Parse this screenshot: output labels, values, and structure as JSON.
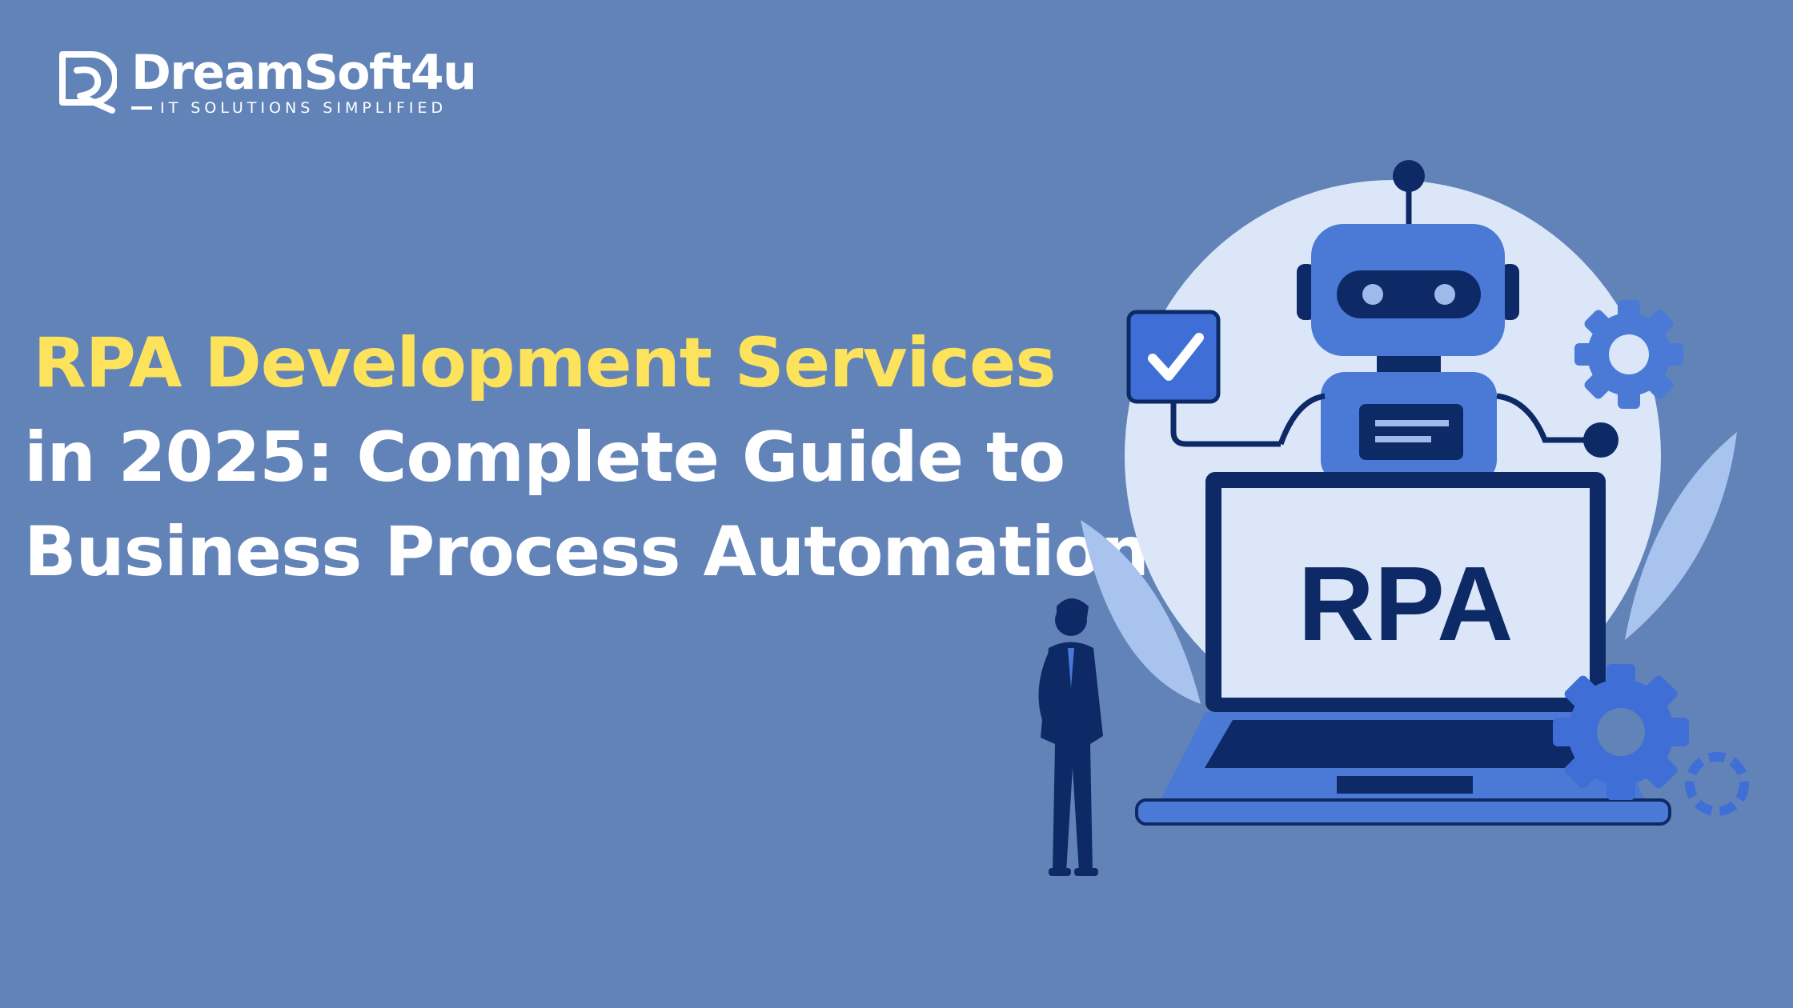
{
  "brand": {
    "name": "DreamSoft4u",
    "tagline": "IT SOLUTIONS SIMPLIFIED",
    "logo_icon": "ds-logo-icon",
    "color": "#ffffff"
  },
  "headline": {
    "line1": "RPA Development Services",
    "line2": "in 2025: Complete Guide to",
    "line3": "Business Process Automation",
    "accent_color": "#fde35b",
    "text_color": "#ffffff"
  },
  "illustration": {
    "screen_label": "RPA",
    "icons": [
      "robot-icon",
      "checkbox-icon",
      "gear-icon",
      "laptop-icon",
      "businessman-icon",
      "leaf-icon"
    ],
    "colors": {
      "background": "#6283b8",
      "circle": "#dbe6f8",
      "robot": "#4a7ad6",
      "dark": "#0d2a66",
      "leaf": "#a9c3ef"
    }
  }
}
